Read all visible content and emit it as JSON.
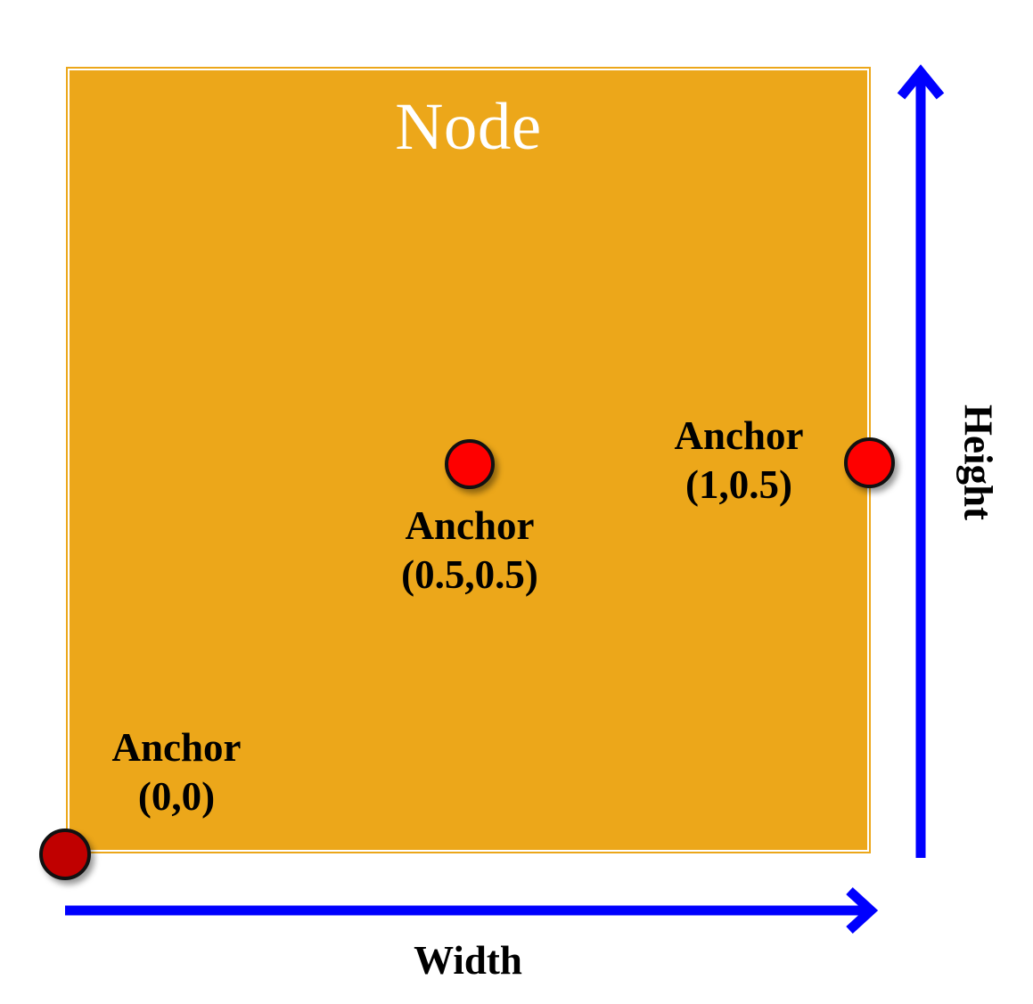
{
  "diagram": {
    "title": "Node anchor point coordinate diagram",
    "node": {
      "label": "Node",
      "fill_color": "#eca71a",
      "border_color": "#eca71a",
      "label_color": "#ffffff"
    },
    "anchors": [
      {
        "id": "center",
        "name": "Anchor",
        "coords": "(0.5,0.5)",
        "dot_color": "#fe0000",
        "position": "center of node"
      },
      {
        "id": "right-middle",
        "name": "Anchor",
        "coords": "(1,0.5)",
        "dot_color": "#fe0000",
        "position": "right edge, vertical middle"
      },
      {
        "id": "origin",
        "name": "Anchor",
        "coords": "(0,0)",
        "dot_color": "#c00000",
        "position": "bottom-left corner"
      }
    ],
    "axes": {
      "horizontal": {
        "label": "Width",
        "color": "#0000fe",
        "direction": "right"
      },
      "vertical": {
        "label": "Height",
        "color": "#0000fe",
        "direction": "up"
      }
    }
  }
}
